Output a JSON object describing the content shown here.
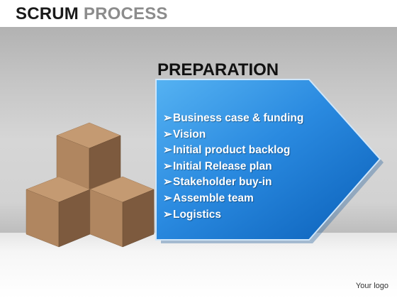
{
  "title": {
    "word1": "SCRUM",
    "word2": "PROCESS"
  },
  "heading": "PREPARATION",
  "bullet_glyph": "➢",
  "items": [
    "Business case & funding",
    "Vision",
    "Initial product backlog",
    "Initial Release plan",
    "Stakeholder buy-in",
    "Assemble team",
    "Logistics"
  ],
  "logo": "Your logo",
  "colors": {
    "arrow_light": "#4aa8ee",
    "arrow_dark": "#0a5fb8",
    "cube_top": "#c49a72",
    "cube_left": "#b08660",
    "cube_right": "#7d5a3e"
  }
}
